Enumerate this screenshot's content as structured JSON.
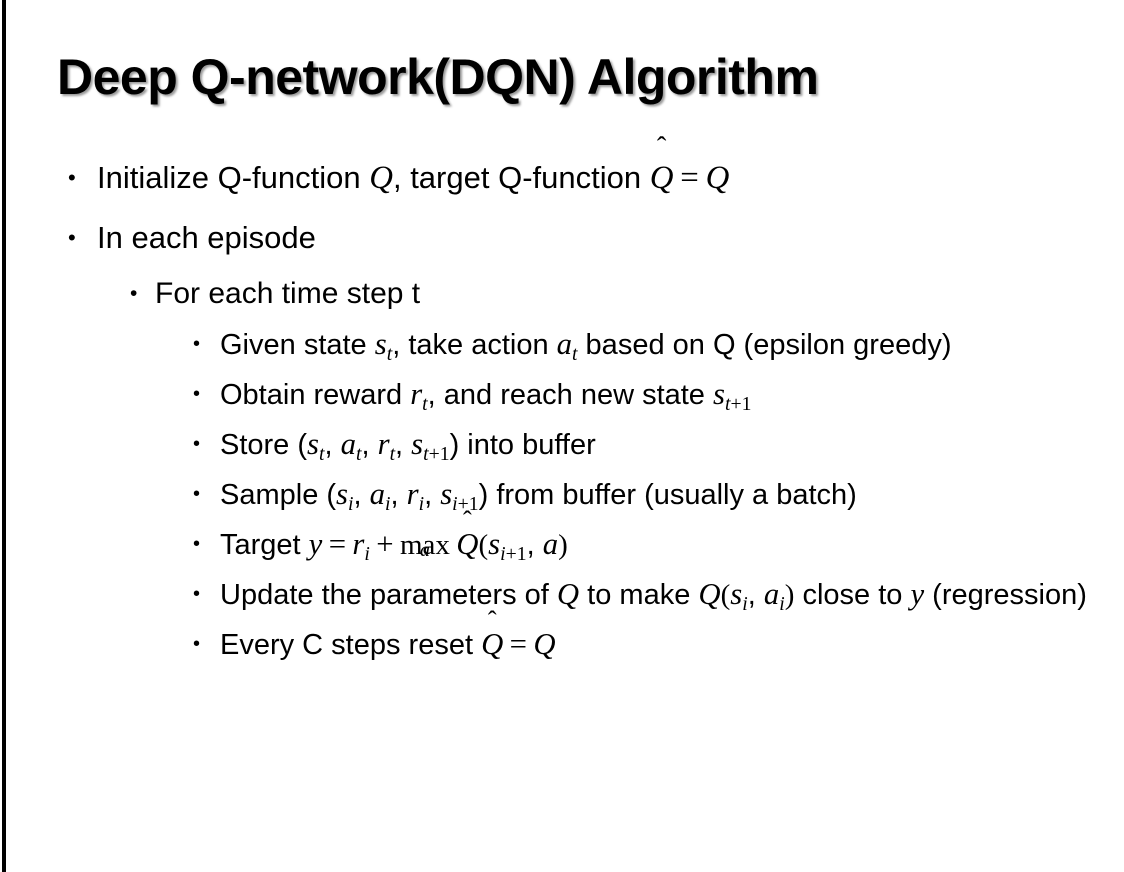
{
  "slide": {
    "title": "Deep Q-network(DQN) Algorithm",
    "background_color": "#ffffff",
    "text_color": "#000000",
    "edge_bar_color": "#000000",
    "bullet_glyph": "•"
  },
  "bullets": {
    "b1": {
      "level": 1,
      "plain_text": "Initialize Q-function Q, target Q-function Q̂ = Q",
      "seg_1": "Initialize Q-function ",
      "var_q1": "Q",
      "seg_2": ", target Q-function ",
      "hat_q": "Q",
      "hat_glyph": "̂",
      "eq": "=",
      "var_q2": "Q"
    },
    "b2": {
      "level": 1,
      "plain_text": "In each episode",
      "text": "In each episode"
    },
    "b3": {
      "level": 2,
      "plain_text": "For each time step t",
      "text": "For each time step t"
    },
    "b4": {
      "level": 3,
      "plain_text": "Given state s_t, take action a_t based on Q (epsilon greedy)",
      "seg_1": "Given state ",
      "var_s": "s",
      "sub_s": "t",
      "seg_2": ", take action ",
      "var_a": "a",
      "sub_a": "t",
      "seg_3": " based on Q (epsilon greedy)"
    },
    "b5": {
      "level": 3,
      "plain_text": "Obtain reward r_t, and reach new state s_t+1",
      "seg_1": "Obtain reward ",
      "var_r": "r",
      "sub_r": "t",
      "seg_2": ", and reach new state ",
      "var_s": "s",
      "sub_s": "t",
      "sub_s_num": "+1"
    },
    "b6": {
      "level": 3,
      "plain_text": "Store (s_t, a_t, r_t, s_t+1) into buffer",
      "seg_open": "Store (",
      "var_s1": "s",
      "sub_s1": "t",
      "comma_1": ", ",
      "var_a": "a",
      "sub_a": "t",
      "comma_2": ", ",
      "var_r": "r",
      "sub_r": "t",
      "comma_3": ", ",
      "var_s2": "s",
      "sub_s2": "t",
      "sub_s2_num": "+1",
      "seg_close": ") into buffer"
    },
    "b7": {
      "level": 3,
      "plain_text": "Sample (s_i, a_i, r_i, s_i+1) from buffer (usually a batch)",
      "seg_open": "Sample (",
      "var_s1": "s",
      "sub_s1": "i",
      "comma_1": ", ",
      "var_a": "a",
      "sub_a": "i",
      "comma_2": ", ",
      "var_r": "r",
      "sub_r": "i",
      "comma_3": ", ",
      "var_s2": "s",
      "sub_s2": "i",
      "sub_s2_num": "+1",
      "seg_close": ") from buffer (usually a batch)"
    },
    "b8": {
      "level": 3,
      "plain_text": "Target y = r_i + max_a Q̂(s_i+1, a)",
      "seg_1": "Target ",
      "var_y": "y",
      "eq": "=",
      "var_r": "r",
      "sub_r": "i",
      "plus": "+",
      "max_label": "max",
      "max_under": "a",
      "hat_q": "Q",
      "hat_glyph": "̂",
      "paren_open": "(",
      "var_s": "s",
      "sub_s": "i",
      "sub_s_num": "+1",
      "comma": ", ",
      "var_a": "a",
      "paren_close": ")"
    },
    "b9": {
      "level": 3,
      "plain_text": "Update the parameters of Q to make Q(s_i, a_i) close to y (regression)",
      "seg_1": "Update the parameters of ",
      "var_q1": "Q",
      "seg_2": " to make ",
      "var_q2": "Q",
      "paren_open": "(",
      "var_s": "s",
      "sub_s": "i",
      "comma": ", ",
      "var_a": "a",
      "sub_a": "i",
      "paren_close": ")",
      "seg_3": " close to ",
      "var_y": "y",
      "seg_4": " (regression)"
    },
    "b10": {
      "level": 3,
      "plain_text": "Every C steps reset Q̂ = Q",
      "seg_1": "Every C steps reset ",
      "hat_q": "Q",
      "hat_glyph": "̂",
      "eq": "=",
      "var_q": "Q"
    }
  }
}
